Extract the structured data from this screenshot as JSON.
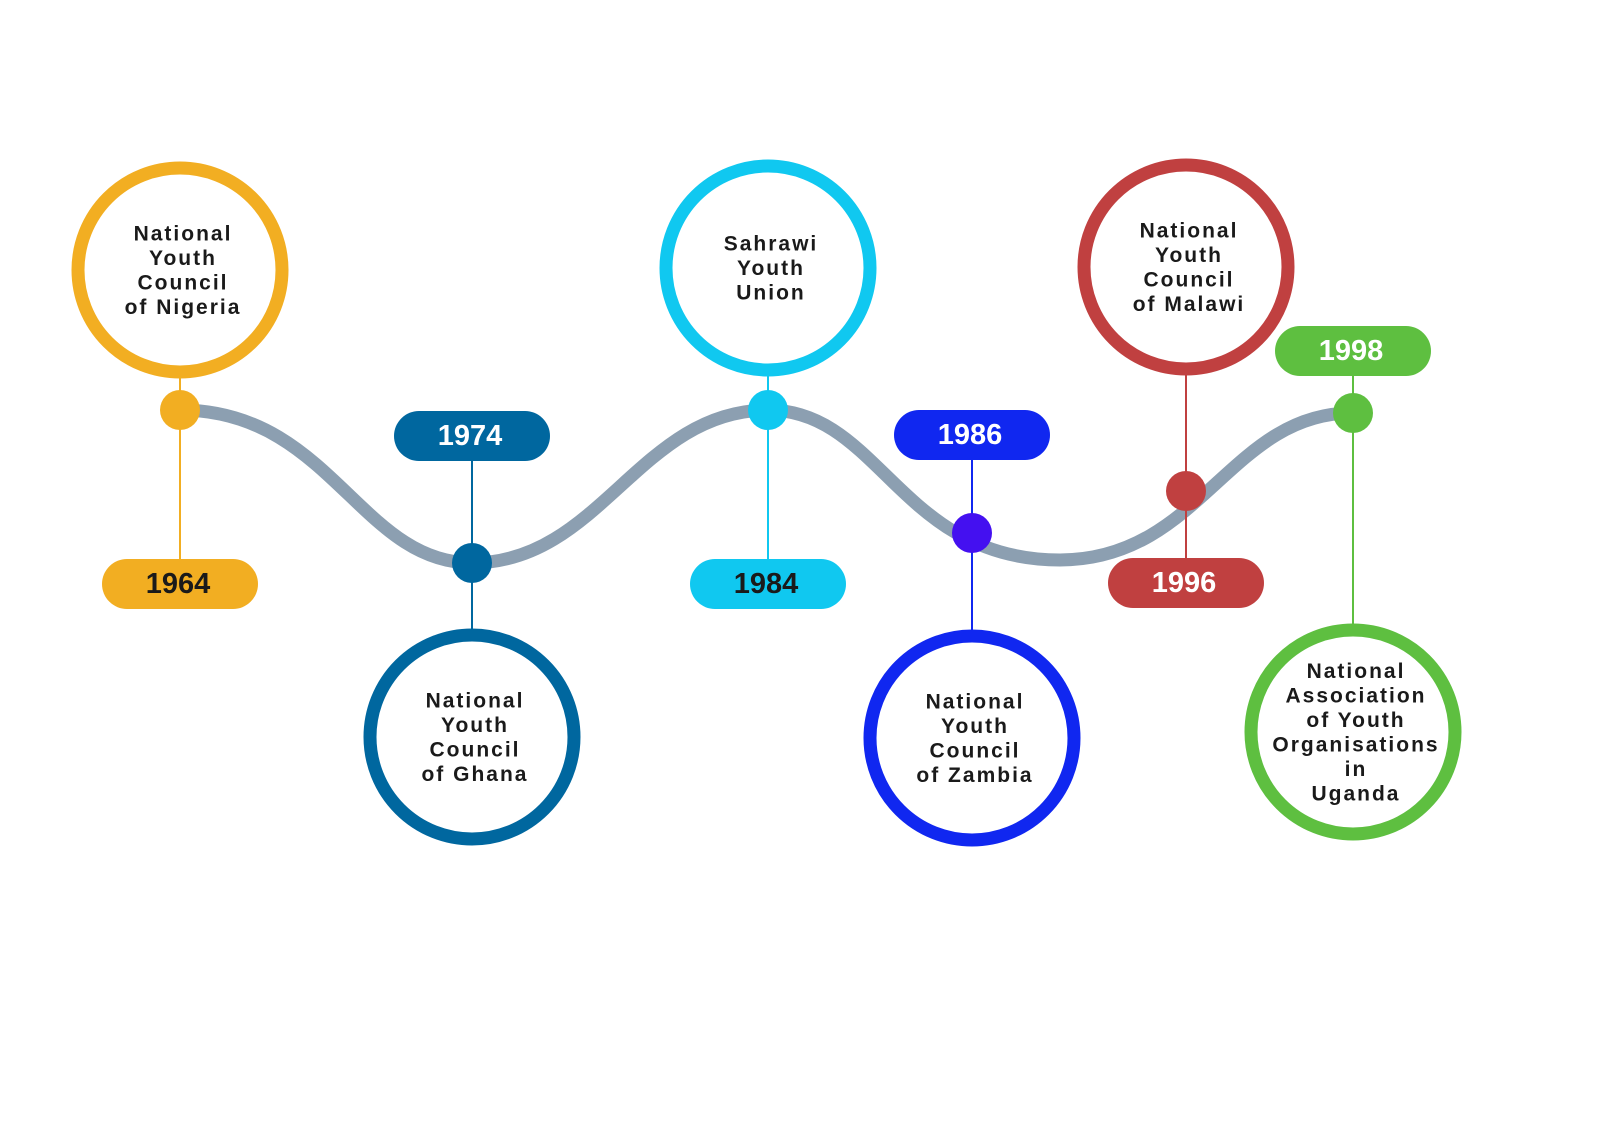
{
  "timeline": {
    "line_color": "#8C9FB1",
    "events": [
      {
        "year": "1964",
        "name_lines": [
          "National",
          "Youth",
          "Council",
          "of Nigeria"
        ],
        "color": "#F2AE22",
        "year_text_color": "#1a1a1a"
      },
      {
        "year": "1974",
        "name_lines": [
          "National",
          "Youth",
          "Council",
          "of Ghana"
        ],
        "color": "#00679F",
        "year_text_color": "#ffffff"
      },
      {
        "year": "1984",
        "name_lines": [
          "Sahrawi",
          "Youth",
          "Union"
        ],
        "color": "#10C8F0",
        "year_text_color": "#1a1a1a"
      },
      {
        "year": "1986",
        "name_lines": [
          "National",
          "Youth",
          "Council",
          "of Zambia"
        ],
        "color": "#1027F0",
        "year_text_color": "#ffffff"
      },
      {
        "year": "1996",
        "name_lines": [
          "National",
          "Youth",
          "Council",
          "of Malawi"
        ],
        "color": "#C04040",
        "year_text_color": "#ffffff"
      },
      {
        "year": "1998",
        "name_lines": [
          "National",
          "Association",
          "of Youth",
          "Organisations",
          "in",
          "Uganda"
        ],
        "color": "#5EBF40",
        "year_text_color": "#ffffff"
      }
    ]
  }
}
